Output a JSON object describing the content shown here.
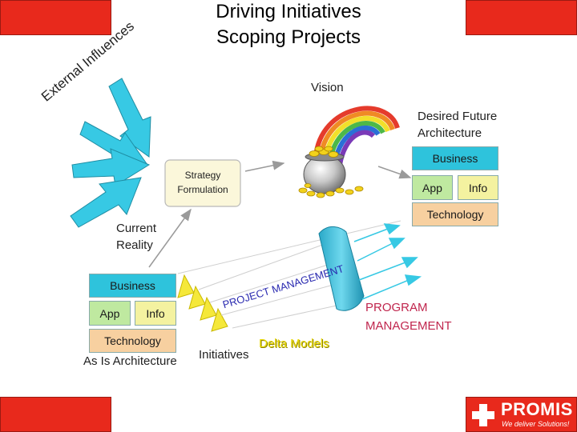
{
  "title": {
    "line1": "Driving Initiatives",
    "line2": "Scoping Projects"
  },
  "labels": {
    "external_influences": "External Influences",
    "vision": "Vision",
    "desired_future_line1": "Desired Future",
    "desired_future_line2": "Architecture",
    "strategy_line1": "Strategy",
    "strategy_line2": "Formulation",
    "current_reality_line1": "Current",
    "current_reality_line2": "Reality",
    "as_is": "As Is Architecture",
    "initiatives": "Initiatives",
    "delta_models": "Delta Models",
    "project_management": "PROJECT MANAGEMENT",
    "program_line1": "PROGRAM",
    "program_line2": "MANAGEMENT"
  },
  "future_arch": {
    "business": "Business",
    "app": "App",
    "info": "Info",
    "technology": "Technology"
  },
  "asis_arch": {
    "business": "Business",
    "app": "App",
    "info": "Info",
    "technology": "Technology"
  },
  "logo": {
    "name": "PROMIS",
    "tagline": "We deliver Solutions!"
  },
  "colors": {
    "corner_red": "#e8291c",
    "business": "#2ec3dc",
    "app": "#bfe9a0",
    "info": "#f4f2a0",
    "technology": "#f7d0a0",
    "arrow_cyan": "#37c9e4",
    "project_text": "#2a2ab0",
    "program_text": "#c0254d",
    "delta_text": "#e8d800"
  }
}
